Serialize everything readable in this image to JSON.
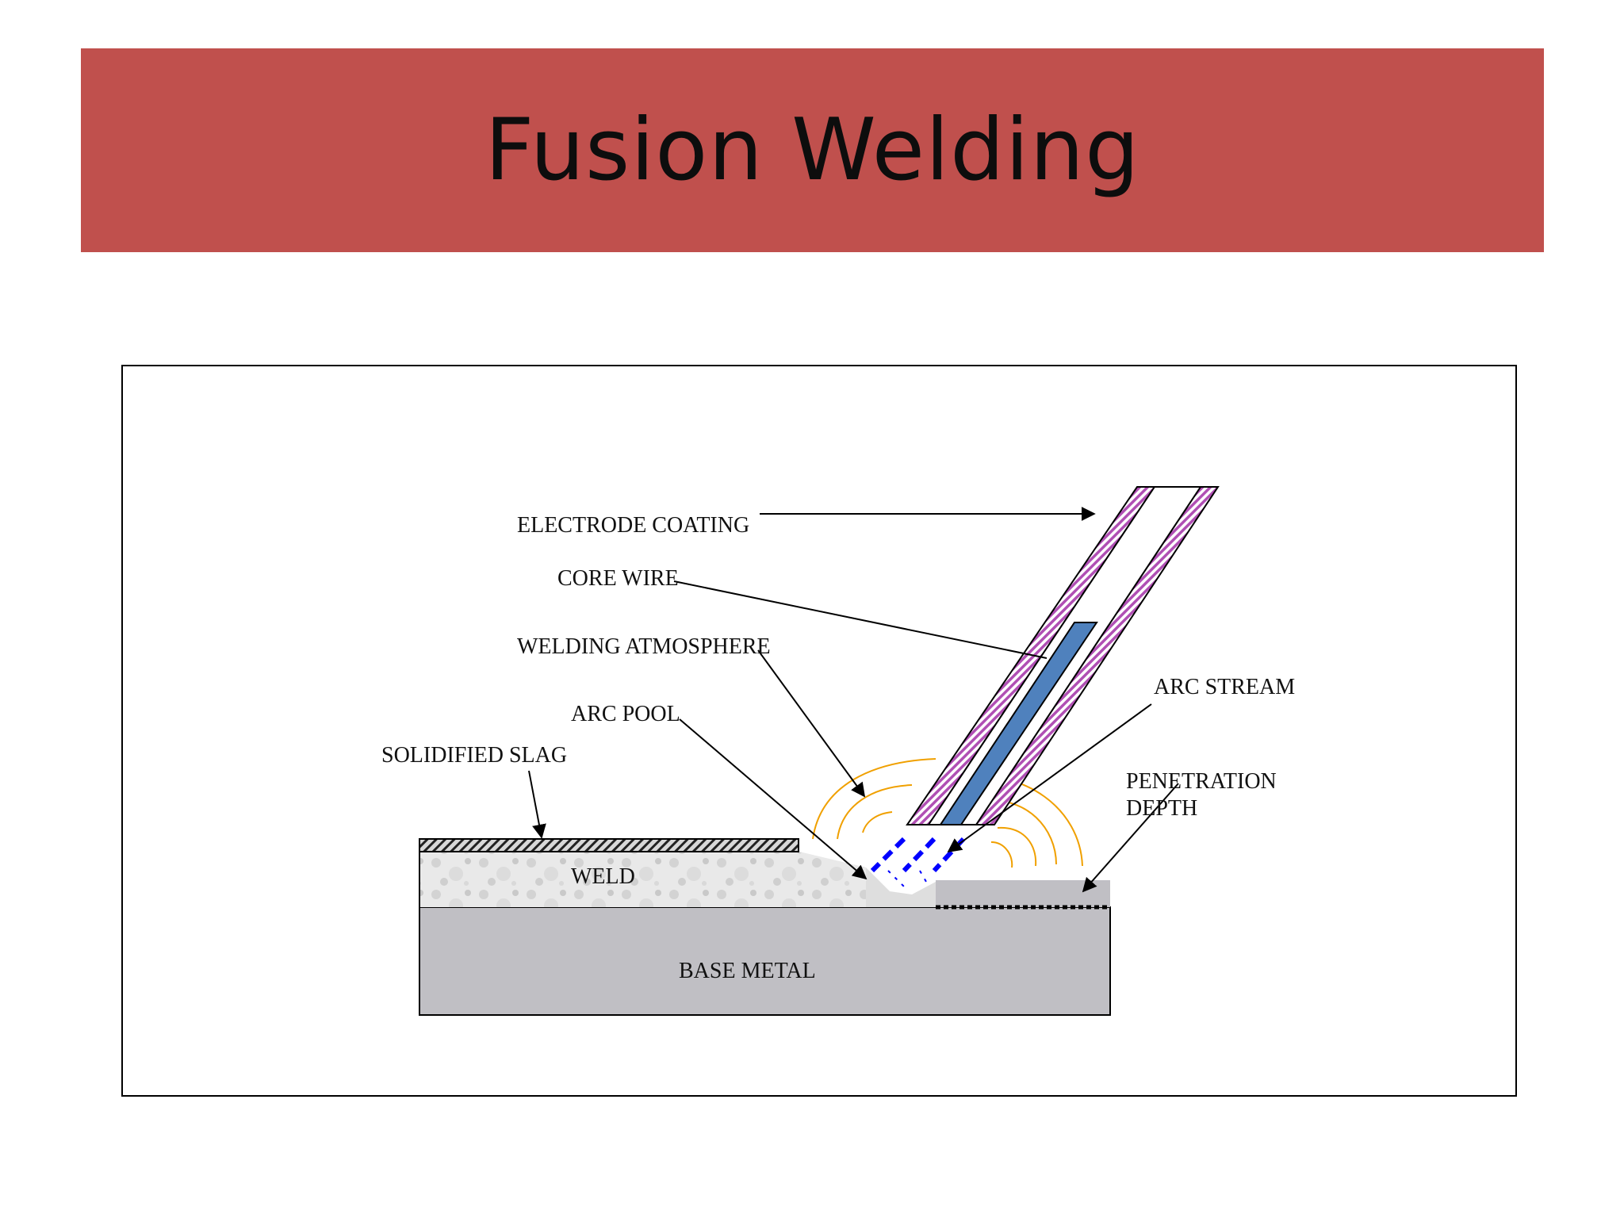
{
  "slide": {
    "title": "Fusion Welding"
  },
  "diagram": {
    "labels": {
      "electrode_coating": "ELECTRODE COATING",
      "core_wire": "CORE WIRE",
      "welding_atmosphere": "WELDING ATMOSPHERE",
      "arc_pool": "ARC POOL",
      "solidified_slag": "SOLIDIFIED SLAG",
      "weld": "WELD",
      "base_metal": "BASE METAL",
      "arc_stream": "ARC STREAM",
      "penetration": "PENETRATION",
      "depth": "DEPTH"
    },
    "colors": {
      "banner": "#c0504d",
      "coating": "#c080c8",
      "core_wire": "#4f81bd",
      "arc_stream": "#0000ff",
      "atmosphere": "#f0a000",
      "base_metal": "#c0bfc4",
      "weld": "#e8e8e8"
    }
  }
}
